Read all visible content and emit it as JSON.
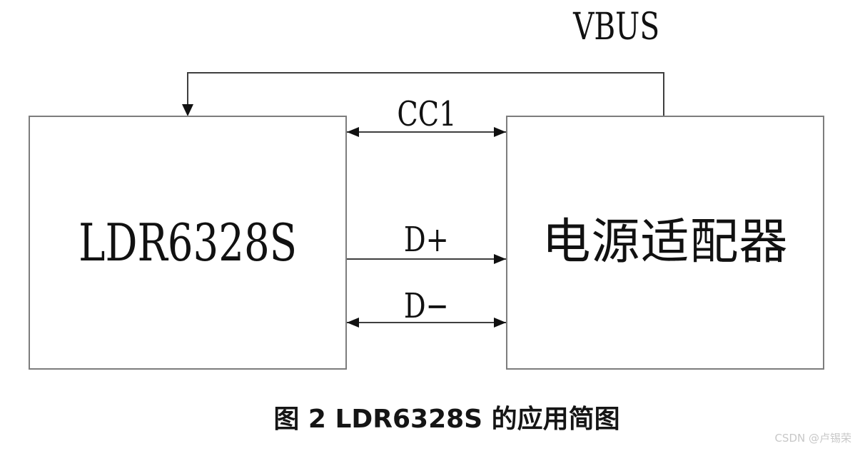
{
  "blocks": {
    "left": "LDR6328S",
    "right": "电源适配器"
  },
  "signals": {
    "vbus": "VBUS",
    "cc1": "CC1",
    "dplus": "D+",
    "dminus": "D−"
  },
  "caption": "图 2 LDR6328S 的应用简图",
  "watermark": "CSDN @卢锡荣",
  "colors": {
    "background": "#ffffff",
    "box_border": "#7d7d7d",
    "wire": "#3f3f3f",
    "arrowhead": "#111111",
    "text": "#111111",
    "watermark_text": "#c8c8c8"
  }
}
